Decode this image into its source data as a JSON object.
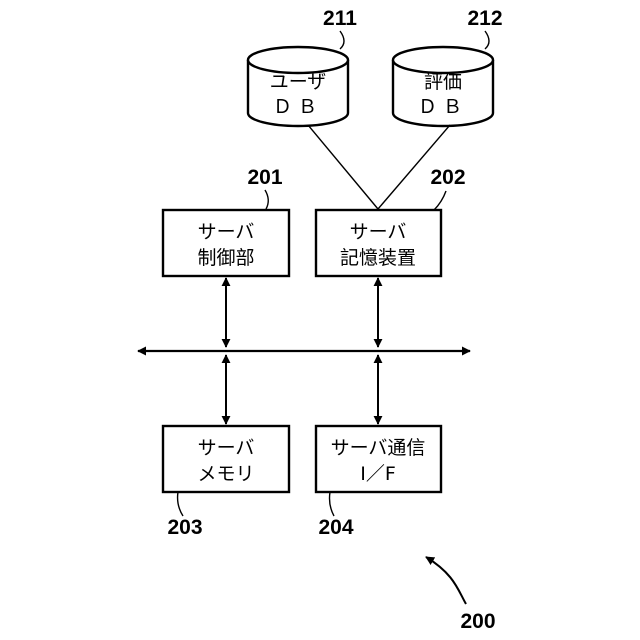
{
  "figure_number": "200",
  "databases": [
    {
      "ref": "211",
      "line1": "ユーザ",
      "line2": "ＤＢ"
    },
    {
      "ref": "212",
      "line1": "評価",
      "line2": "ＤＢ"
    }
  ],
  "blocks": {
    "control": {
      "ref": "201",
      "line1": "サーバ",
      "line2": "制御部"
    },
    "storage": {
      "ref": "202",
      "line1": "サーバ",
      "line2": "記憶装置"
    },
    "memory": {
      "ref": "203",
      "line1": "サーバ",
      "line2": "メモリ"
    },
    "comm_if": {
      "ref": "204",
      "line1": "サーバ通信",
      "line2": "I／F"
    }
  }
}
